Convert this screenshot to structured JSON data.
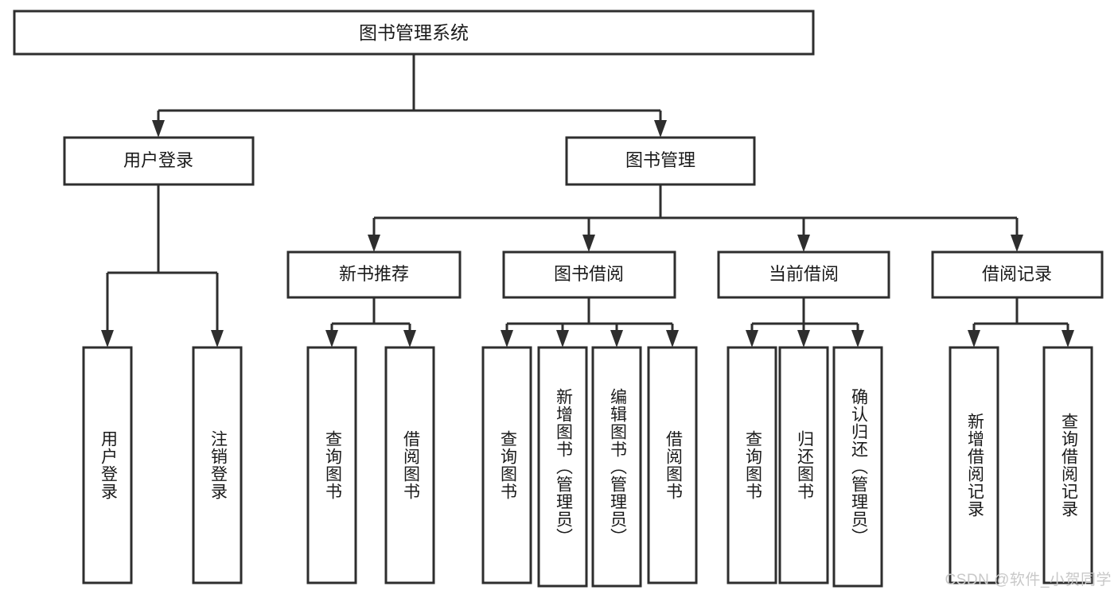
{
  "diagram": {
    "type": "tree",
    "title": "图书管理系统",
    "watermark": "CSDN @软件_小贺同学",
    "colors": {
      "box_stroke": "#2e2e2e",
      "box_fill": "#ffffff",
      "text": "#1a1a1a",
      "watermark": "#c8c8c8",
      "background": "#ffffff"
    },
    "root": {
      "label": "图书管理系统"
    },
    "level2": [
      {
        "label": "用户登录"
      },
      {
        "label": "图书管理"
      }
    ],
    "level3": [
      {
        "label": "新书推荐"
      },
      {
        "label": "图书借阅"
      },
      {
        "label": "当前借阅"
      },
      {
        "label": "借阅记录"
      }
    ],
    "leaves": {
      "user_login": [
        {
          "label": "用户登录"
        },
        {
          "label": "注销登录"
        }
      ],
      "new_book_recommend": [
        {
          "label": "查询图书"
        },
        {
          "label": "借阅图书"
        }
      ],
      "book_borrow": [
        {
          "label": "查询图书"
        },
        {
          "label": "新增图书（管理员）"
        },
        {
          "label": "编辑图书（管理员）"
        },
        {
          "label": "借阅图书"
        }
      ],
      "current_borrow": [
        {
          "label": "查询图书"
        },
        {
          "label": "归还图书"
        },
        {
          "label": "确认归还（管理员）"
        }
      ],
      "borrow_record": [
        {
          "label": "新增借阅记录"
        },
        {
          "label": "查询借阅记录"
        }
      ]
    }
  }
}
